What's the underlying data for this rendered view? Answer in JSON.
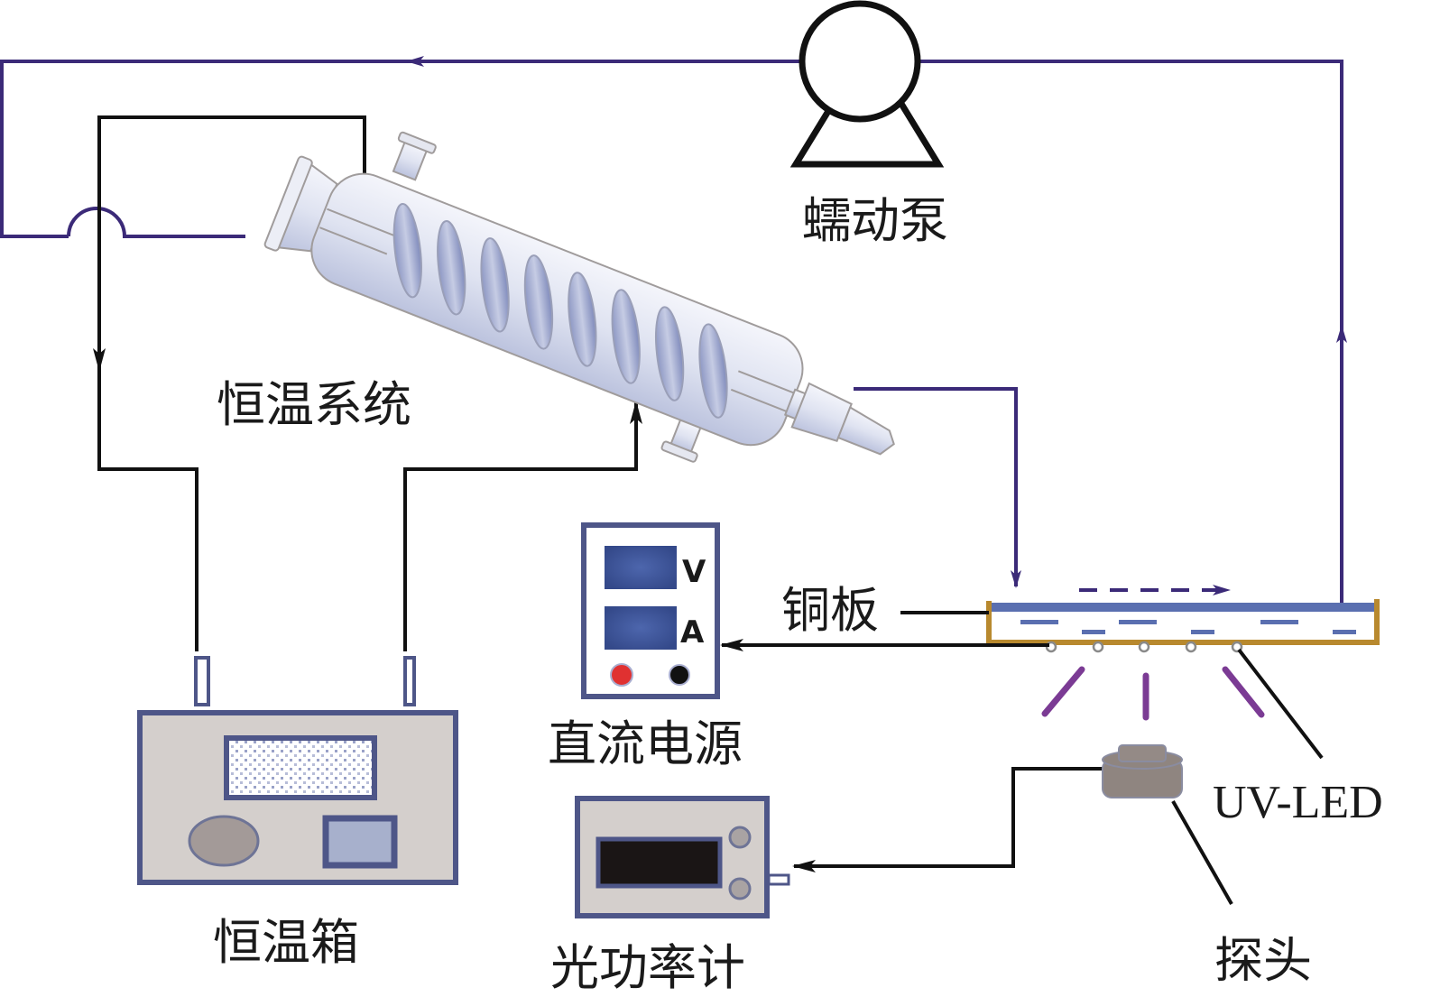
{
  "diagram": {
    "title": "",
    "colors": {
      "flow_line": "#3b2a78",
      "control_line": "#111111",
      "copper_frame": "#b8892e",
      "water_layer": "#5a6fb0",
      "uv_light": "#7b3b94",
      "device_body": "#d4cfcc",
      "device_border": "#4e5688",
      "display_blue": "#3c559a",
      "red_terminal": "#e03131",
      "black_terminal": "#111111",
      "glass": "#c9cfe6"
    },
    "components": {
      "pump": {
        "label": "蠕动泵",
        "icon": "peristaltic-pump-icon"
      },
      "condenser": {
        "label": "恒温系统",
        "icon": "spiral-condenser-icon"
      },
      "thermostat_box": {
        "label": "恒温箱",
        "icon": "thermostat-box-icon"
      },
      "dc_power": {
        "label": "直流电源",
        "icon": "dc-power-supply-icon",
        "voltage_unit": "V",
        "current_unit": "A"
      },
      "power_meter": {
        "label": "光功率计",
        "icon": "optical-power-meter-icon"
      },
      "copper_plate": {
        "label": "铜板"
      },
      "uv_led": {
        "label": "UV-LED",
        "count": 5
      },
      "probe": {
        "label": "探头",
        "icon": "probe-icon"
      }
    },
    "flows": [
      {
        "from": "pump",
        "to": "condenser",
        "type": "liquid"
      },
      {
        "from": "condenser",
        "to": "copper_plate",
        "type": "liquid"
      },
      {
        "from": "copper_plate",
        "to": "pump",
        "type": "liquid"
      },
      {
        "from": "thermostat_box",
        "to": "condenser",
        "type": "coolant"
      },
      {
        "from": "condenser",
        "to": "thermostat_box",
        "type": "coolant"
      },
      {
        "from": "copper_plate",
        "to": "dc_power",
        "type": "electrical"
      },
      {
        "from": "probe",
        "to": "power_meter",
        "type": "signal"
      }
    ]
  }
}
